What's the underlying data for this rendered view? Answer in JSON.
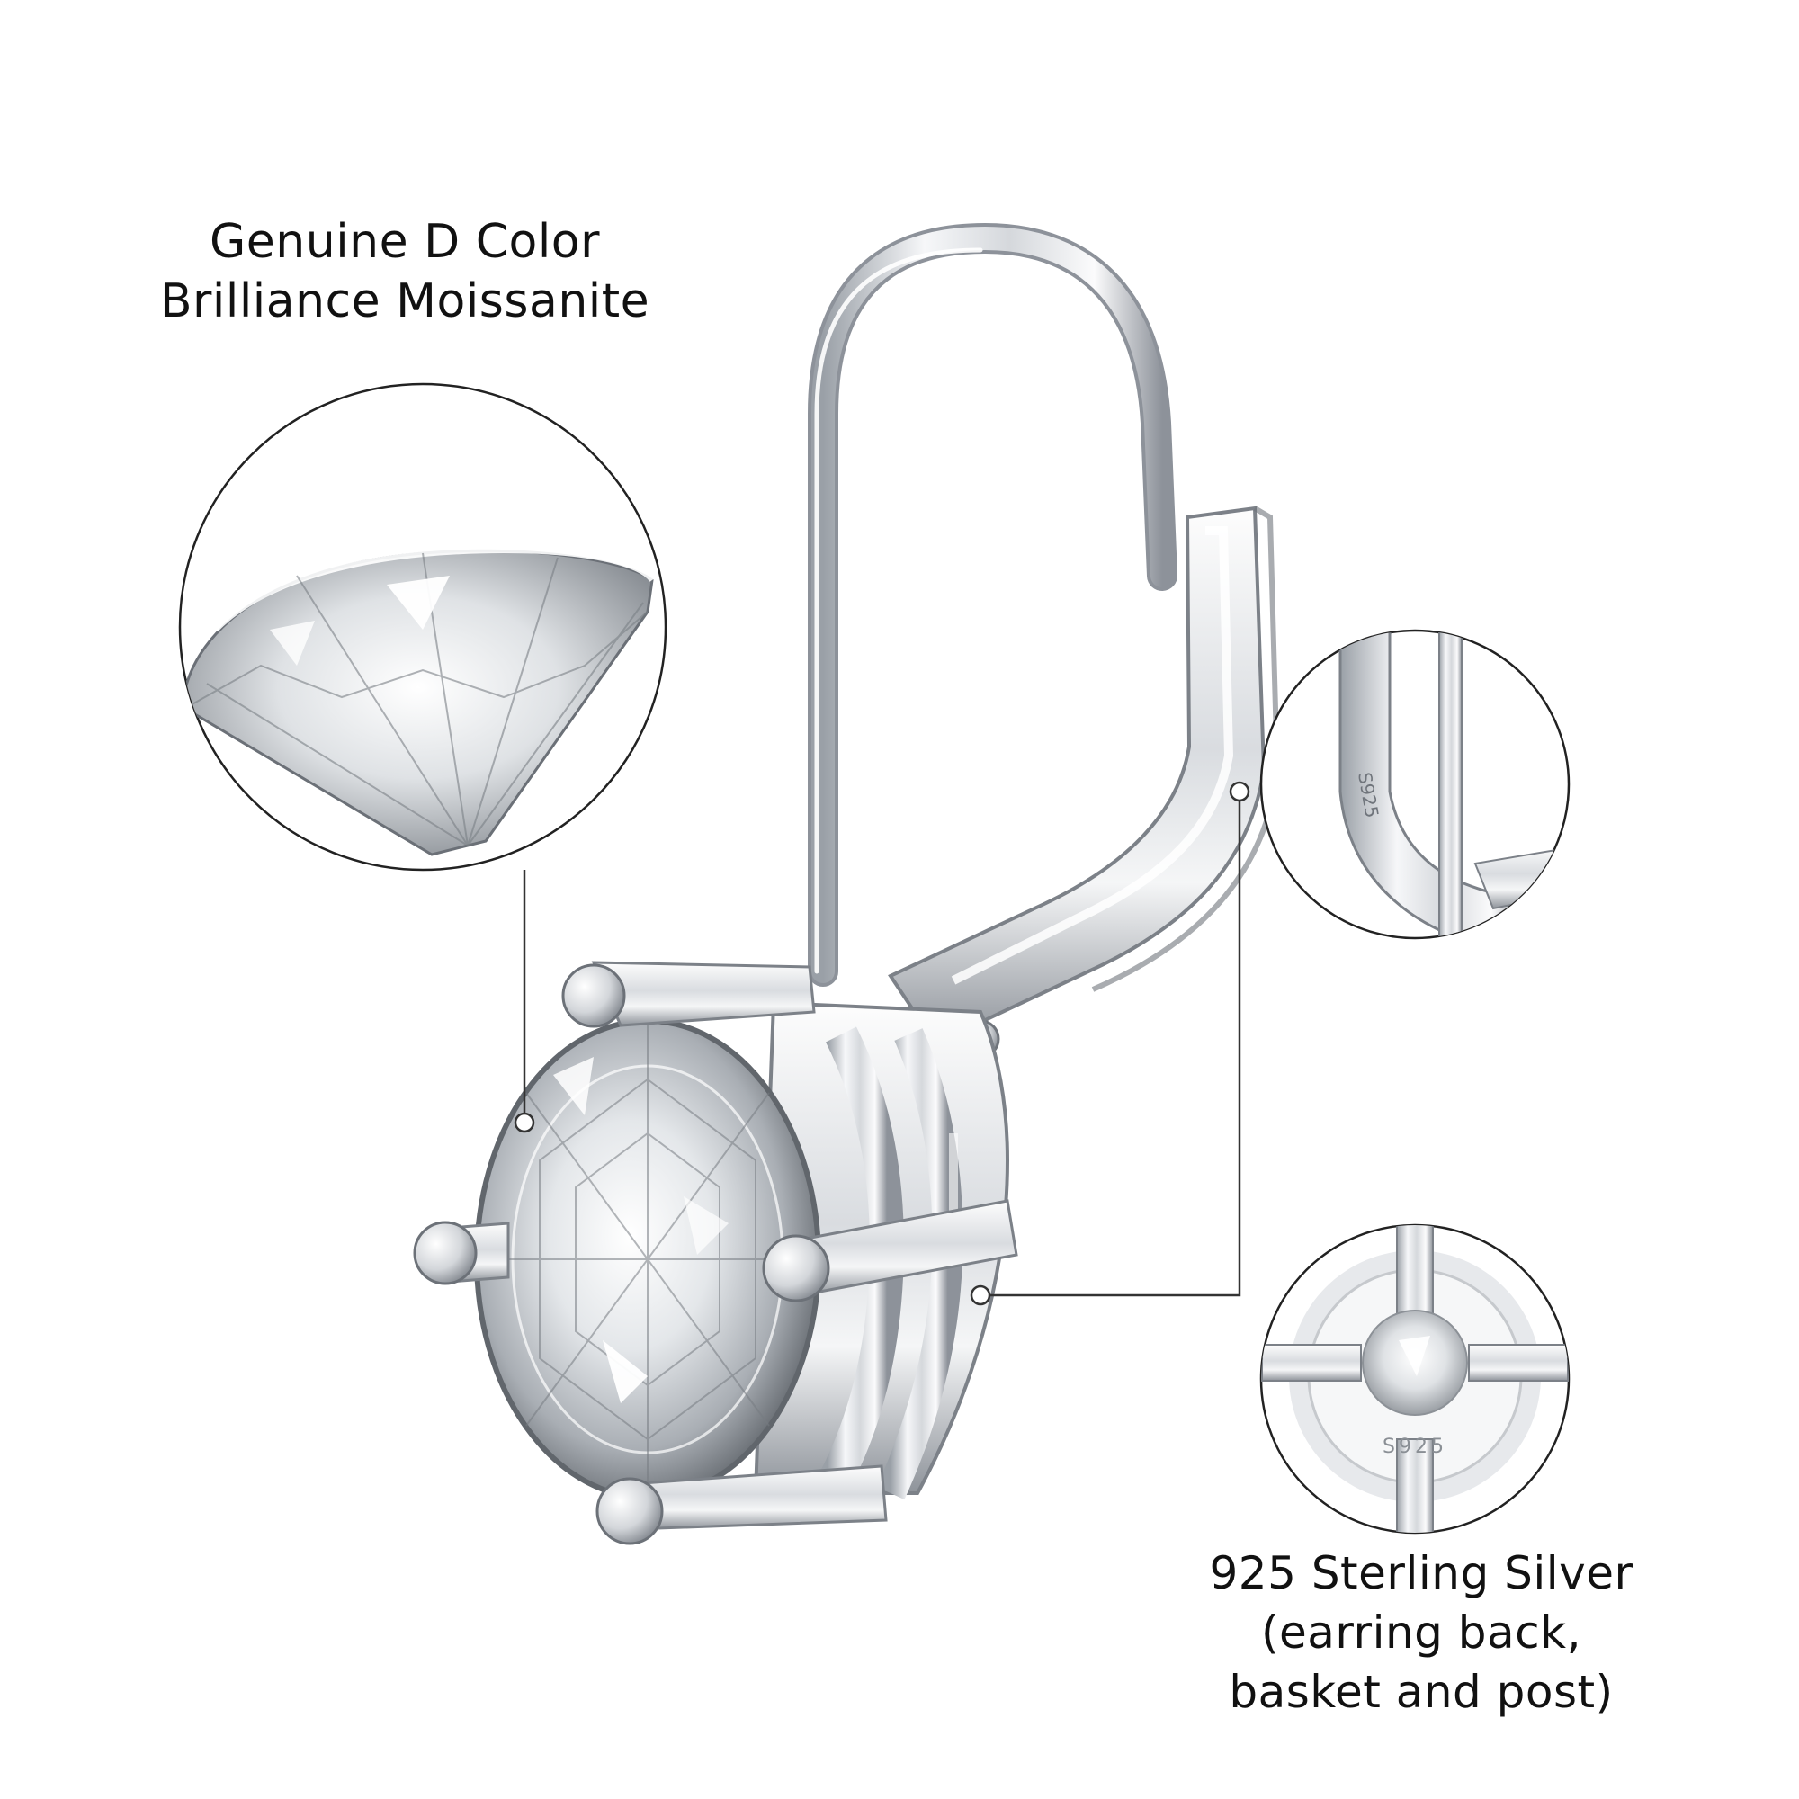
{
  "callouts": {
    "stone": {
      "line1": "Genuine D Color",
      "line2": "Brilliance Moissanite"
    },
    "silver": {
      "line1": "925 Sterling Silver",
      "line2": "(earring back,",
      "line3": "basket and post)"
    }
  },
  "stamps": {
    "hook_stamp": "S925",
    "basket_stamp": "S925"
  },
  "colors": {
    "background": "#ffffff",
    "text": "#111111",
    "callout_line": "#333333",
    "silver_light": "#f2f3f5",
    "silver_dark": "#8a8f96"
  }
}
